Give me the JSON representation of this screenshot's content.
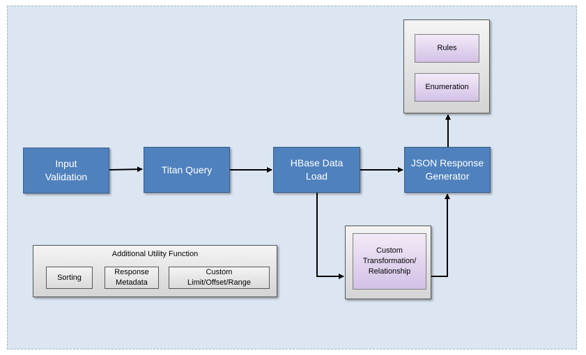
{
  "nodes": {
    "input_validation": "Input\nValidation",
    "titan_query": "Titan Query",
    "hbase_data_load": "HBase Data\nLoad",
    "json_response_generator": "JSON Response\nGenerator",
    "rules": "Rules",
    "enumeration": "Enumeration",
    "custom_transformation": "Custom\nTransformation/\nRelationship"
  },
  "utility": {
    "title": "Additional Utility Function",
    "items": [
      "Sorting",
      "Response\nMetadata",
      "Custom\nLimit/Offset/Range"
    ]
  },
  "colors": {
    "background": "#dce6f2",
    "process_box": "#4f81bd",
    "sub_item": "#d3c1e6",
    "container": "#d9d9d9"
  }
}
